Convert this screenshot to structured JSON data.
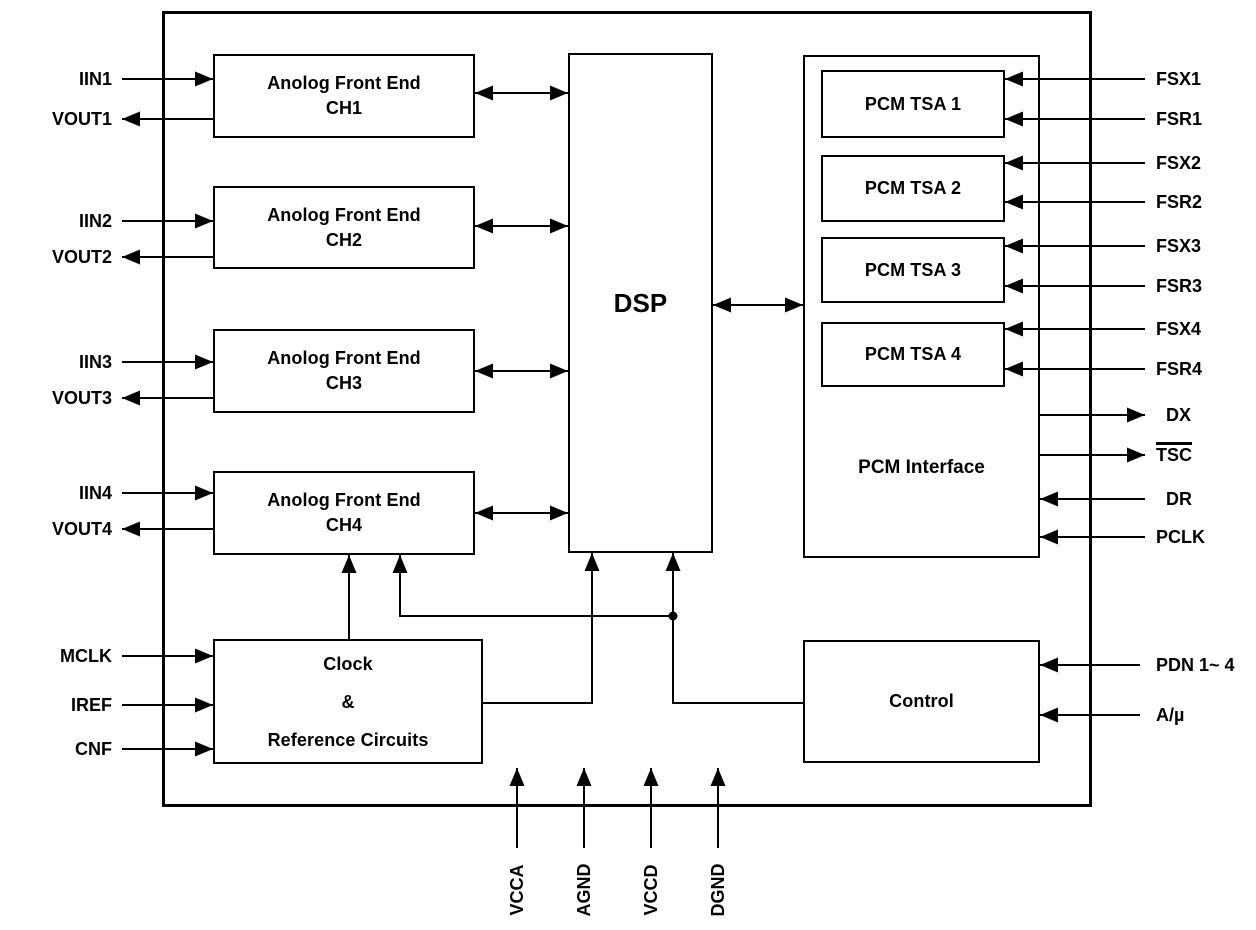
{
  "blocks": {
    "afe": [
      {
        "title": "Anolog Front End",
        "channel": "CH1"
      },
      {
        "title": "Anolog Front End",
        "channel": "CH2"
      },
      {
        "title": "Anolog Front End",
        "channel": "CH3"
      },
      {
        "title": "Anolog Front End",
        "channel": "CH4"
      }
    ],
    "dsp": {
      "label": "DSP"
    },
    "pcm_interface": {
      "label": "PCM Interface"
    },
    "pcm_tsa": [
      {
        "label": "PCM TSA 1"
      },
      {
        "label": "PCM TSA 2"
      },
      {
        "label": "PCM TSA 3"
      },
      {
        "label": "PCM TSA 4"
      }
    ],
    "clock": {
      "line1": "Clock",
      "line2": "&",
      "line3": "Reference Circuits"
    },
    "control": {
      "label": "Control"
    }
  },
  "pins": {
    "left": [
      {
        "label": "IIN1"
      },
      {
        "label": "VOUT1"
      },
      {
        "label": "IIN2"
      },
      {
        "label": "VOUT2"
      },
      {
        "label": "IIN3"
      },
      {
        "label": "VOUT3"
      },
      {
        "label": "IIN4"
      },
      {
        "label": "VOUT4"
      },
      {
        "label": "MCLK"
      },
      {
        "label": "IREF"
      },
      {
        "label": "CNF"
      }
    ],
    "right": [
      {
        "label": "FSX1"
      },
      {
        "label": "FSR1"
      },
      {
        "label": "FSX2"
      },
      {
        "label": "FSR2"
      },
      {
        "label": "FSX3"
      },
      {
        "label": "FSR3"
      },
      {
        "label": "FSX4"
      },
      {
        "label": "FSR4"
      },
      {
        "label": "DX"
      },
      {
        "label": "TSC",
        "overline": true
      },
      {
        "label": "DR"
      },
      {
        "label": "PCLK"
      },
      {
        "label": "PDN 1~ 4"
      },
      {
        "label": "A/µ"
      }
    ],
    "bottom": [
      {
        "label": "VCCA"
      },
      {
        "label": "AGND"
      },
      {
        "label": "VCCD"
      },
      {
        "label": "DGND"
      }
    ]
  },
  "colors": {
    "line": "#000000",
    "text": "#000000",
    "background": "#ffffff"
  }
}
